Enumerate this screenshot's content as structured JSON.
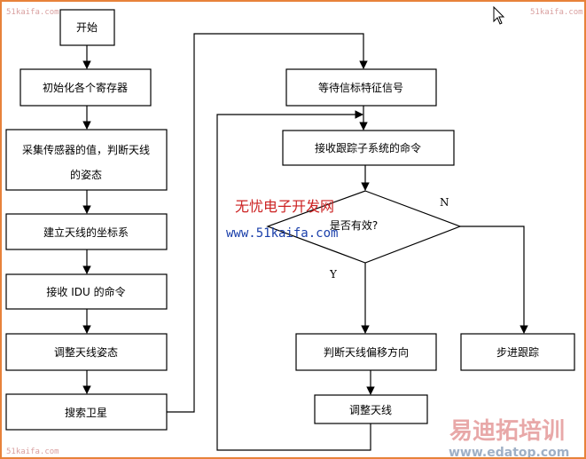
{
  "nodes": {
    "start": "开始",
    "init": "初始化各个寄存器",
    "collect_line1": "采集传感器的值，判断天线",
    "collect_line2": "的姿态",
    "coord": "建立天线的坐标系",
    "recv_idu": "接收 IDU 的命令",
    "adjust_attitude": "调整天线姿态",
    "search_sat": "搜索卫星",
    "wait_beacon": "等待信标特征信号",
    "recv_track": "接收跟踪子系统的命令",
    "decision": "是否有效?",
    "judge_offset": "判断天线偏移方向",
    "adjust_antenna": "调整天线",
    "step_track": "步进跟踪"
  },
  "labels": {
    "no": "N",
    "yes": "Y"
  },
  "watermarks": {
    "small_tl": "51kaifa.com",
    "small_tr": "51kaifa.com",
    "small_bl": "51kaifa.com",
    "cn_site": "无忧电子开发网",
    "url": "www.51kaifa.com",
    "edatop_cn": "易迪拓培训",
    "edatop_url": "www.edatop.com"
  },
  "colors": {
    "border": "#e8823a",
    "wm_red": "#cc2222",
    "wm_blue": "#1a3faa"
  }
}
